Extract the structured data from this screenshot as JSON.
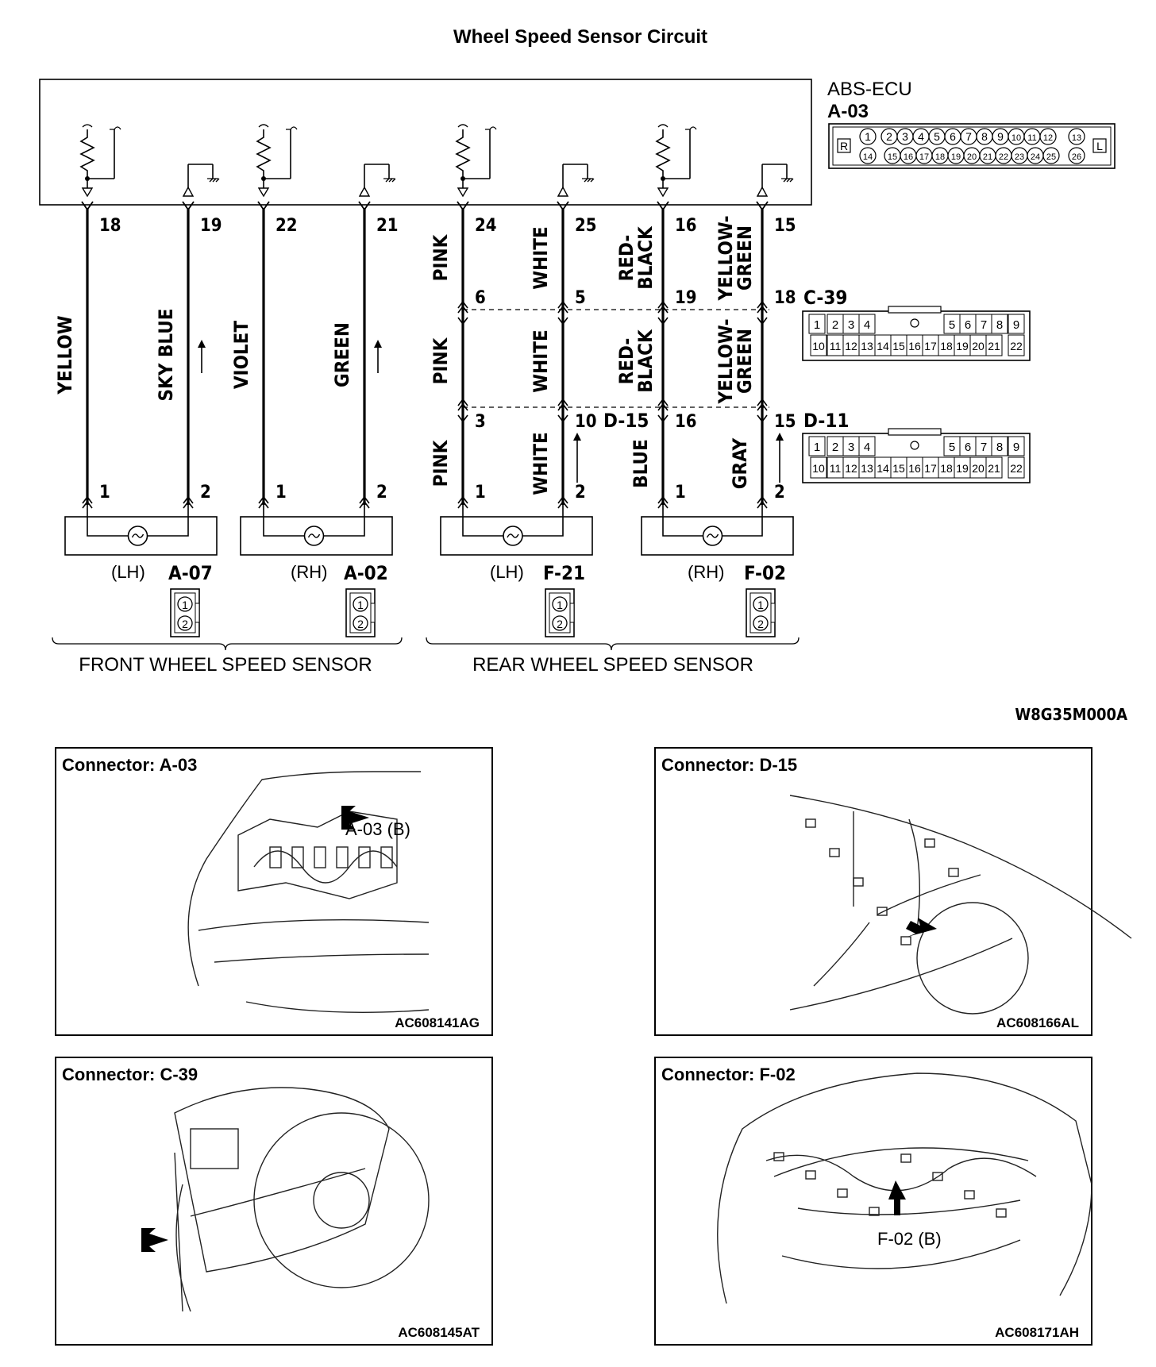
{
  "title": "Wheel Speed Sensor Circuit",
  "ecu": {
    "name": "ABS-ECU",
    "connector_id": "A-03",
    "connector": {
      "left_tag": "R",
      "right_tag": "L",
      "top_row": [
        "1",
        "2",
        "3",
        "4",
        "5",
        "6",
        "7",
        "8",
        "9",
        "10",
        "11",
        "12",
        "13"
      ],
      "bottom_row": [
        "14",
        "15",
        "16",
        "17",
        "18",
        "19",
        "20",
        "21",
        "22",
        "23",
        "24",
        "25",
        "26"
      ]
    }
  },
  "wires": [
    {
      "ecu_pin": "18",
      "segments": [
        {
          "color": "YELLOW"
        }
      ],
      "sensor_pin": "1"
    },
    {
      "ecu_pin": "19",
      "segments": [
        {
          "color": "SKY BLUE"
        }
      ],
      "sensor_pin": "2"
    },
    {
      "ecu_pin": "22",
      "segments": [
        {
          "color": "VIOLET"
        }
      ],
      "sensor_pin": "1"
    },
    {
      "ecu_pin": "21",
      "segments": [
        {
          "color": "GREEN"
        }
      ],
      "sensor_pin": "2"
    },
    {
      "ecu_pin": "24",
      "c39_pin": "6",
      "d15_pin": "3",
      "segments": [
        {
          "color": "PINK"
        },
        {
          "color": "PINK"
        },
        {
          "color": "PINK"
        }
      ],
      "sensor_pin": "1"
    },
    {
      "ecu_pin": "25",
      "c39_pin": "5",
      "d15_pin": "10",
      "segments": [
        {
          "color": "WHITE"
        },
        {
          "color": "WHITE"
        },
        {
          "color": "WHITE"
        }
      ],
      "sensor_pin": "2"
    },
    {
      "ecu_pin": "16",
      "c39_pin": "19",
      "d15_pin": "16",
      "segments": [
        {
          "color": "RED-\nBLACK"
        },
        {
          "color": "RED-\nBLACK"
        },
        {
          "color": "BLUE"
        }
      ],
      "sensor_pin": "1"
    },
    {
      "ecu_pin": "15",
      "c39_pin": "18",
      "d15_pin": "15",
      "segments": [
        {
          "color": "YELLOW-\nGREEN"
        },
        {
          "color": "YELLOW-\nGREEN"
        },
        {
          "color": "GRAY"
        }
      ],
      "sensor_pin": "2"
    }
  ],
  "intermediate_connectors": [
    {
      "id": "C-39",
      "top_row": [
        "1",
        "2",
        "3",
        "4",
        "5",
        "6",
        "7",
        "8",
        "9"
      ],
      "bottom_row": [
        "10",
        "11",
        "12",
        "13",
        "14",
        "15",
        "16",
        "17",
        "18",
        "19",
        "20",
        "21",
        "22"
      ]
    },
    {
      "id": "D-15",
      "mate_id": "D-11",
      "top_row": [
        "1",
        "2",
        "3",
        "4",
        "5",
        "6",
        "7",
        "8",
        "9"
      ],
      "bottom_row": [
        "10",
        "11",
        "12",
        "13",
        "14",
        "15",
        "16",
        "17",
        "18",
        "19",
        "20",
        "21",
        "22"
      ]
    }
  ],
  "sensors": [
    {
      "side": "(LH)",
      "connector": "A-07",
      "pins": [
        "1",
        "2"
      ]
    },
    {
      "side": "(RH)",
      "connector": "A-02",
      "pins": [
        "1",
        "2"
      ]
    },
    {
      "side": "(LH)",
      "connector": "F-21",
      "pins": [
        "1",
        "2"
      ]
    },
    {
      "side": "(RH)",
      "connector": "F-02",
      "pins": [
        "1",
        "2"
      ]
    }
  ],
  "groups": {
    "front": "FRONT WHEEL SPEED SENSOR",
    "rear": "REAR WHEEL SPEED SENSOR"
  },
  "diagram_code": "W8G35M000A",
  "panels": [
    {
      "title": "Connector: A-03",
      "callout": "A-03 (B)",
      "code": "AC608141AG"
    },
    {
      "title": "Connector: D-15",
      "callout": "",
      "code": "AC608166AL"
    },
    {
      "title": "Connector: C-39",
      "callout": "",
      "code": "AC608145AT"
    },
    {
      "title": "Connector: F-02",
      "callout": "F-02 (B)",
      "code": "AC608171AH"
    }
  ]
}
